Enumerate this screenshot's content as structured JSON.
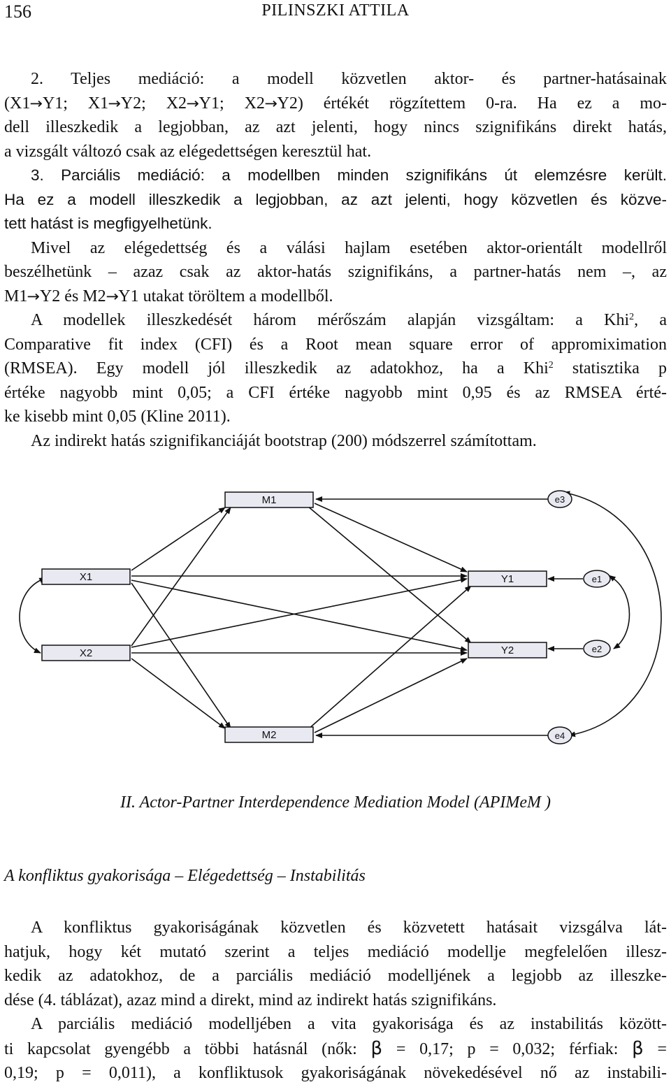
{
  "header": {
    "page_number": "156",
    "running_head": "PILINSZKI ATTILA"
  },
  "top_text": {
    "l1": "2.  Teljes  mediáció:  a  modell  közvetlen  aktor-  és  partner-hatásainak",
    "l2a": "(X1",
    "l2b": "Y1; X1",
    "l2c": "Y2; X2",
    "l2d": "Y1; X2",
    "l2e": "Y2) értékét rögzítettem 0-ra. Ha ez a mo-",
    "l3": "dell illeszkedik a legjobban, az azt jelenti, hogy nincs szignifikáns direkt hatás,",
    "l4": "a vizsgált változó csak az elégedettségen keresztül hat.",
    "l5": "3. Parciális mediáció: a modellben minden szignifikáns út elemzésre került.",
    "l6": "Ha ez a modell illeszkedik a legjobban, az azt jelenti, hogy közvetlen és közve-",
    "l7": "tett hatást is megfigyelhetünk.",
    "l8": "Mivel az elégedettség és a válási hajlam esetében aktor-orientált modellről",
    "l9": "beszélhetünk – azaz csak az aktor-hatás szignifikáns, a partner-hatás nem –, az",
    "l10a": "M1",
    "l10b": "Y2 és M2",
    "l10c": "Y1 utakat töröltem a modellből.",
    "l11a": "A modellek illeszkedését három mérőszám alapján vizsgáltam: a Khi",
    "l11sup": "2",
    "l11b": ", a",
    "l12": "Comparative fit index (CFI) és a Root mean square error of appromiximation",
    "l13a": "(RMSEA). Egy modell jól illeszkedik az adatokhoz, ha a Khi",
    "l13sup": "2",
    "l13b": " statisztika p",
    "l14": "értéke nagyobb mint 0,05; a CFI értéke nagyobb mint 0,95 és az RMSEA érté-",
    "l15": "ke kisebb mint 0,05 (Kline 2011).",
    "l16": "Az indirekt hatás szignifikanciáját bootstrap (200) módszerrel számítottam."
  },
  "arrow_glyph": "→",
  "diagram": {
    "nodes": {
      "m1": "M1",
      "x1": "X1",
      "x2": "X2",
      "y1": "Y1",
      "y2": "Y2",
      "m2": "M2"
    },
    "errors": {
      "e1": "e1",
      "e2": "e2",
      "e3": "e3",
      "e4": "e4"
    }
  },
  "caption": "II. Actor-Partner Interdependence Mediation Model (APIMeM )",
  "subheading": "A konfliktus gyakorisága – Elégedettség – Instabilitás",
  "bottom_text": {
    "b1": "A konfliktus gyakoriságának közvetlen és közvetett hatásait vizsgálva lát-",
    "b2": "hatjuk, hogy két mutató szerint a teljes mediáció modellje megfelelően illesz-",
    "b3": "kedik az adatokhoz, de a parciális mediáció modelljének a legjobb az illeszke-",
    "b4": "dése (4. táblázat), azaz mind a direkt, mind az indirekt hatás szignifikáns.",
    "b5": "A parciális mediáció modelljében a vita gyakorisága és az instabilitás között-",
    "b6a": "ti kapcsolat gyengébb a többi hatásnál (nők: ",
    "beta": "β",
    "b6b": " = 0,17; p = 0,032; férfiak: ",
    "b6c": " =",
    "b7": "0,19; p = 0,011), a konfliktusok gyakoriságának növekedésével nő az instabili-"
  }
}
